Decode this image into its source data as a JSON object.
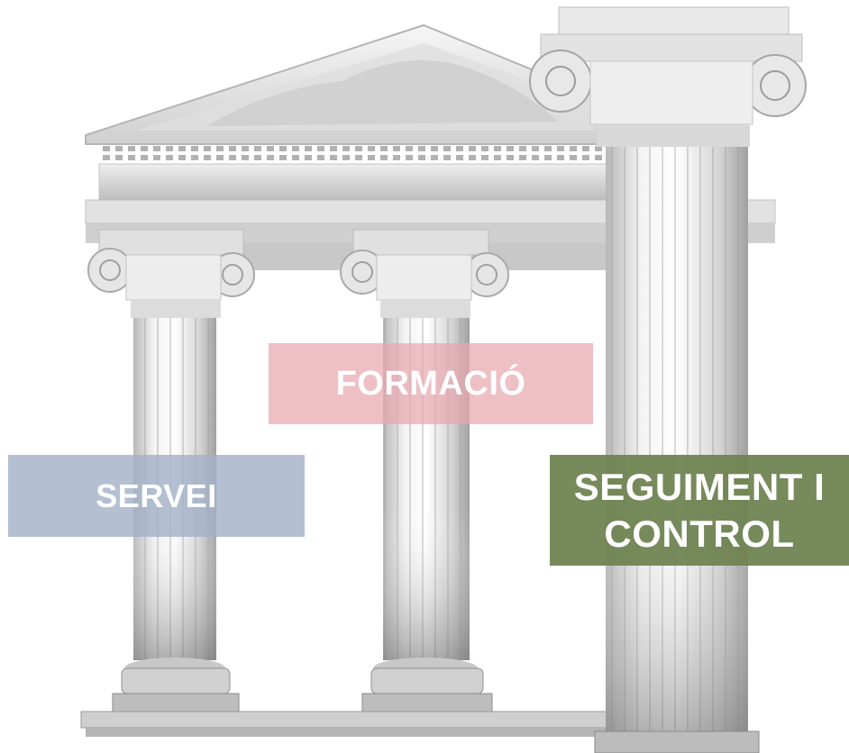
{
  "labels": {
    "formacio": "FORMACIÓ",
    "servei": "SERVEI",
    "seguiment_line1": "SEGUIMENT I",
    "seguiment_line2": "CONTROL"
  },
  "colors": {
    "formacio_box": "#E8A8B0",
    "servei_box": "#A4B2C8",
    "seguiment_box": "#708452",
    "column_light": "#F4F4F4",
    "column_shadow": "#9A9A9A"
  }
}
